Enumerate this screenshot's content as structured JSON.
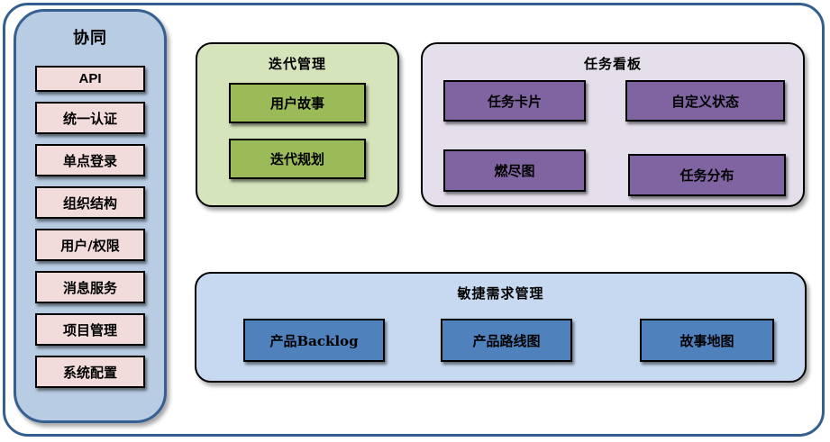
{
  "diagram": {
    "sidebar": {
      "title": "协同",
      "items": [
        {
          "label": "API"
        },
        {
          "label": "统一认证"
        },
        {
          "label": "单点登录"
        },
        {
          "label": "组织结构"
        },
        {
          "label": "用户/权限"
        },
        {
          "label": "消息服务"
        },
        {
          "label": "项目管理"
        },
        {
          "label": "系统配置"
        }
      ]
    },
    "panels": [
      {
        "title": "迭代管理",
        "items": [
          {
            "label": "用户故事"
          },
          {
            "label": "迭代规划"
          }
        ]
      },
      {
        "title": "任务看板",
        "items": [
          {
            "label": "任务卡片"
          },
          {
            "label": "自定义状态"
          },
          {
            "label": "燃尽图"
          },
          {
            "label": "任务分布"
          }
        ]
      },
      {
        "title": "敏捷需求管理",
        "items": [
          {
            "label": "产品Backlog"
          },
          {
            "label": "产品路线图"
          },
          {
            "label": "故事地图"
          }
        ]
      }
    ]
  },
  "colors": {
    "frame_border": "#365f91",
    "sidebar_bg": "#b8cce4",
    "sidebar_border": "#376092",
    "sidebar_item_bg": "#f2dcdb",
    "iteration_panel_bg": "#d6e4bc",
    "iteration_item_bg": "#9bbb59",
    "kanban_panel_bg": "#e5dfec",
    "kanban_item_bg": "#8064a2",
    "agile_panel_bg": "#c6d9f1",
    "agile_item_bg": "#4f81bd",
    "box_border": "#000000",
    "text": "#000000"
  }
}
